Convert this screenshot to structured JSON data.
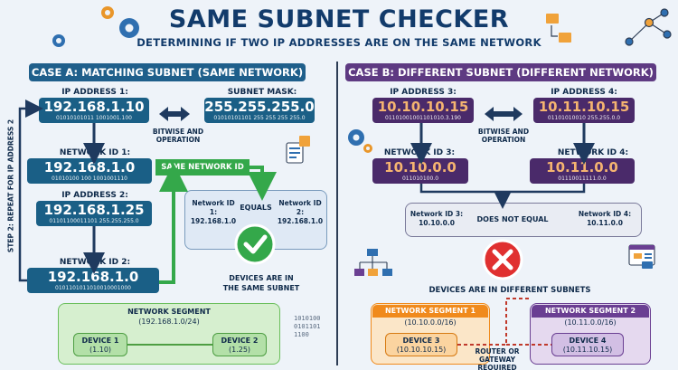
{
  "title": "SAME SUBNET CHECKER",
  "subtitle": "DETERMINING IF TWO IP ADDRESSES ARE ON THE SAME NETWORK",
  "case_a": {
    "header": "CASE A: MATCHING SUBNET (SAME NETWORK)",
    "side_label": "STEP 2: REPEAT FOR IP ADDRESS 2",
    "ip1": {
      "label": "IP ADDRESS 1:",
      "value": "192.168.1.10",
      "binary": "01010101011 1001001.100"
    },
    "mask": {
      "label": "SUBNET MASK:",
      "value": "255.255.255.0",
      "binary": "01010101101 255 255 255 255.0"
    },
    "op": "BITWISE AND OPERATION",
    "net1": {
      "label": "NETWORK ID 1:",
      "value": "192.168.1.0",
      "binary": "01010100 100 1001001110"
    },
    "same_network_id": "SAME NETWORK ID",
    "ip2": {
      "label": "IP ADDRESS 2:",
      "value": "192.168.1.25",
      "binary": "01101100011101 255.255.255.0"
    },
    "net2": {
      "label": "NETWORK ID 2:",
      "value": "192.168.1.0",
      "binary": "0101101011010010001000"
    },
    "compare": {
      "left_label": "Network ID 1:",
      "left_value": "192.168.1.0",
      "relation": "EQUALS",
      "right_label": "Network ID 2:",
      "right_value": "192.168.1.0"
    },
    "result": "DEVICES ARE IN THE SAME SUBNET",
    "segment": {
      "title": "NETWORK SEGMENT",
      "range": "(192.168.1.0/24)",
      "dev1_name": "DEVICE 1",
      "dev1_ip": "(1.10)",
      "dev2_name": "DEVICE 2",
      "dev2_ip": "(1.25)"
    },
    "binary_deco": "1010100 0101101 1100"
  },
  "case_b": {
    "header": "CASE B: DIFFERENT SUBNET (DIFFERENT NETWORK)",
    "ip3": {
      "label": "IP ADDRESS 3:",
      "value": "10.10.10.15",
      "binary": "01101001001101010.3.190"
    },
    "ip4": {
      "label": "IP ADDRESS 4:",
      "value": "10.11.10.15",
      "binary": "01101010010 255.255.0.0"
    },
    "op": "BITWISE AND OPERATION",
    "net3": {
      "label": "NETWORK ID 3:",
      "value": "10.10.0.0",
      "binary": "011010100.0"
    },
    "net4": {
      "label": "NETWORK ID 4:",
      "value": "10.11.0.0",
      "binary": "01110011111.0.0"
    },
    "compare": {
      "left_label": "Network ID 3:",
      "left_value": "10.10.0.0",
      "relation": "DOES NOT EQUAL",
      "right_label": "Network ID 4:",
      "right_value": "10.11.0.0"
    },
    "result": "DEVICES ARE IN DIFFERENT SUBNETS",
    "seg1": {
      "title": "NETWORK SEGMENT 1",
      "range": "(10.10.0.0/16)",
      "dev_name": "DEVICE 3",
      "dev_ip": "(10.10.10.15)"
    },
    "seg2": {
      "title": "NETWORK SEGMENT 2",
      "range": "(10.11.0.0/16)",
      "dev_name": "DEVICE 4",
      "dev_ip": "(10.11.10.15)"
    },
    "router": "ROUTER OR GATEWAY REQUIRED"
  },
  "colors": {
    "teal": "#1a5f86",
    "purple": "#4a2a6a",
    "green": "#34a84a",
    "red": "#e03030",
    "orange": "#f08a1c"
  }
}
